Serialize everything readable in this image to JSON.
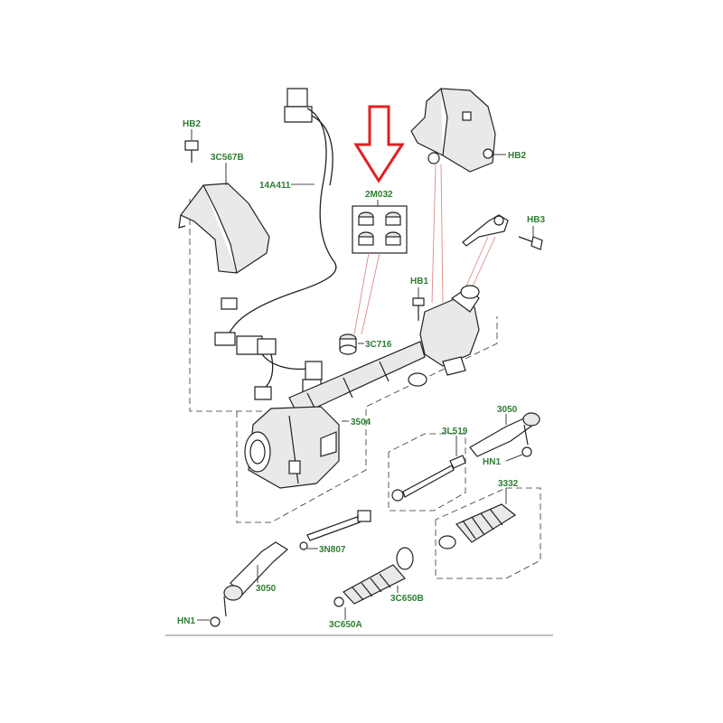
{
  "colors": {
    "label": "#2e7d32",
    "arrow": "#e02020",
    "line": "#222222"
  },
  "labels": {
    "hb2_left": "HB2",
    "cover_left": "3C567B",
    "harness": "14A411",
    "bush_kit": "2M032",
    "hb2_right": "HB2",
    "hb3": "HB3",
    "hb1": "HB1",
    "bush": "3C716",
    "rack": "3504",
    "tie_end_right": "3050",
    "inner_rod": "3L519",
    "hn1_right": "HN1",
    "boot_right": "3332",
    "nut": "3N807",
    "tie_end_left": "3050",
    "boot_b": "3C650B",
    "boot_a": "3C650A",
    "hn1_left": "HN1"
  }
}
